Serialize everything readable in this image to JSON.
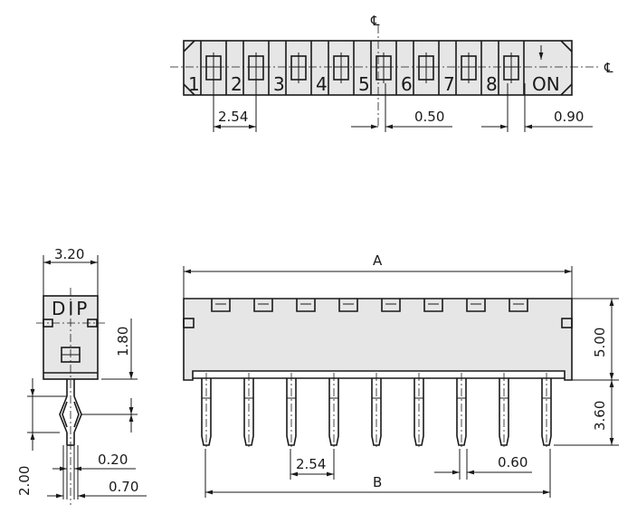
{
  "top_view": {
    "switch_numbers": [
      "1",
      "2",
      "3",
      "4",
      "5",
      "6",
      "7",
      "8"
    ],
    "on_label": "ON",
    "centerline_symbol": "℄",
    "dims": {
      "pitch": "2.54",
      "center_offset": "0.50",
      "edge": "0.90"
    }
  },
  "side_view": {
    "dip_label": "DIP",
    "dims": {
      "width": "3.20",
      "height": "1.80",
      "pin_len": "2.00",
      "pin_thick": "0.20",
      "pin_width": "0.70"
    }
  },
  "front_view": {
    "dims": {
      "A": "A",
      "B": "B",
      "pitch": "2.54",
      "pin_w": "0.60",
      "body_h": "5.00",
      "pin_h": "3.60"
    }
  }
}
